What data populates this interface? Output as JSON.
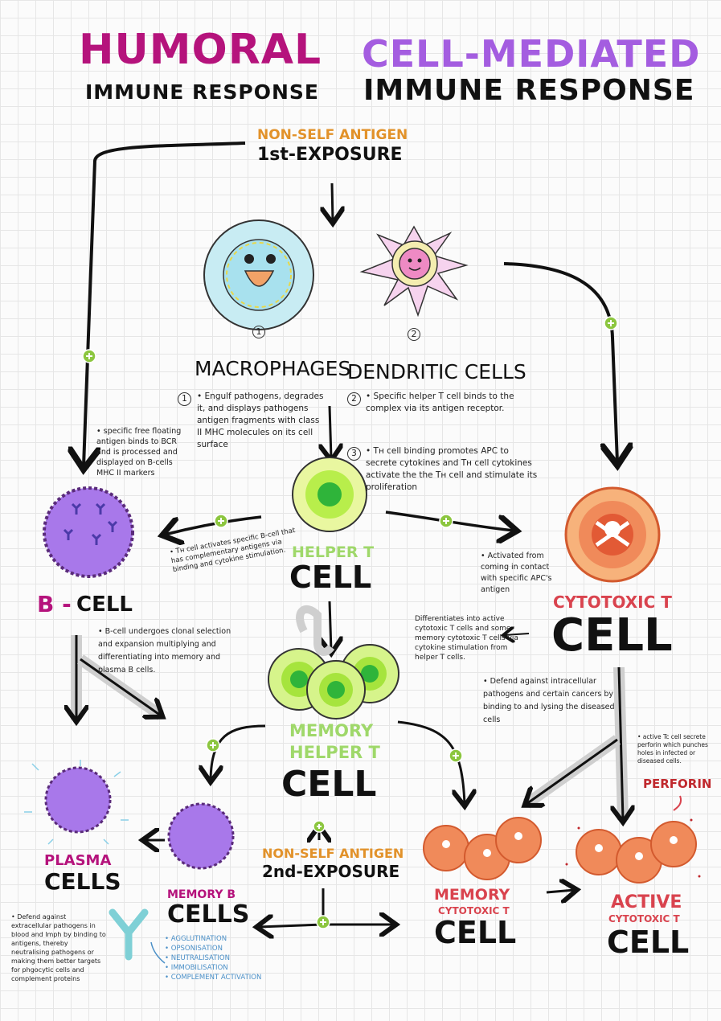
{
  "titles": {
    "humoral_main": "HUMORAL",
    "humoral_sub": "IMMUNE RESPONSE",
    "cell_mediated_main": "CELL-MEDIATED",
    "cell_mediated_sub": "IMMUNE RESPONSE"
  },
  "first_exposure": {
    "antigen": "NON-SELF ANTIGEN",
    "exposure": "1st-EXPOSURE"
  },
  "apc": {
    "macrophage_num": "1",
    "dendritic_num": "2",
    "macrophages_label": "MACROPHAGES",
    "dendritic_label": "DENDRITIC CELLS",
    "note1_num": "1",
    "note1": "• Engulf pathogens, degrades it, and displays pathogens antigen fragments with class II MHC molecules on its cell surface",
    "note2_num": "2",
    "note2": "• Specific helper T cell binds to the complex via its antigen receptor.",
    "note3_num": "3",
    "note3": "• Tʜ cell binding promotes APC to secrete cytokines and Tʜ cell cytokines activate the the Tʜ cell and stimulate its proliferation"
  },
  "bcell": {
    "note_bcr": "• specific free floating antigen binds to BCR and is processed and displayed on B-cells MHC II markers",
    "label_b": "B -",
    "label_cell": "CELL",
    "note_clonal": "• B-cell undergoes clonal selection and expansion multiplying and differentiating into memory and plasma B cells."
  },
  "helper": {
    "note_activates": "• Tʜ cell activates specific B-cell that has complementary antigens via binding and cytokine stimulation.",
    "label_helper": "HELPER T",
    "label_cell": "CELL"
  },
  "cytotoxic": {
    "note_activated": "• Activated from coming in contact with specific APC's antigen",
    "label_top": "CYTOTOXIC T",
    "label_cell": "CELL",
    "note_differentiates": "Differentiates into active cytotoxic T cells and some memory cytotoxic T cells via cytokine stimulation from helper T cells.",
    "note_defend": "• Defend against intracellular pathogens and certain cancers by binding to and lysing the diseased cells"
  },
  "memory_helper": {
    "line1": "MEMORY",
    "line2": "HELPER T",
    "line3": "CELL"
  },
  "second_exposure": {
    "antigen": "NON-SELF ANTIGEN",
    "exposure": "2nd-EXPOSURE"
  },
  "plasma": {
    "line1": "PLASMA",
    "line2": "CELLS",
    "note_defend": "• Defend against extracellular pathogens in blood and lmph by binding to antigens, thereby neutralising pathogens or making them better targets for phgocytic cells and complement proteins"
  },
  "memory_b": {
    "line1": "MEMORY B",
    "line2": "CELLS",
    "actions": [
      "• AGGLUTINATION",
      "• OPSONISATION",
      "• NEUTRALISATION",
      "• IMMOBILISATION",
      "• COMPLEMENT ACTIVATION"
    ]
  },
  "memory_cytotoxic": {
    "line1": "MEMORY",
    "line2": "CYTOTOXIC T",
    "line3": "CELL"
  },
  "active_cytotoxic": {
    "note_perforin": "• active Tc cell secrete perforin which punches holes in infected or diseased cells.",
    "perforin": "PERFORIN",
    "line1": "ACTIVE",
    "line2": "CYTOTOXIC T",
    "line3": "CELL"
  },
  "colors": {
    "humoral": "#b5137c",
    "cell_mediated": "#a45de0",
    "orange_label": "#e2922a",
    "green_label": "#9fd86a",
    "red_label": "#d9434e",
    "blue_note": "#4a8fc7",
    "plus_green": "#8cc63f"
  }
}
